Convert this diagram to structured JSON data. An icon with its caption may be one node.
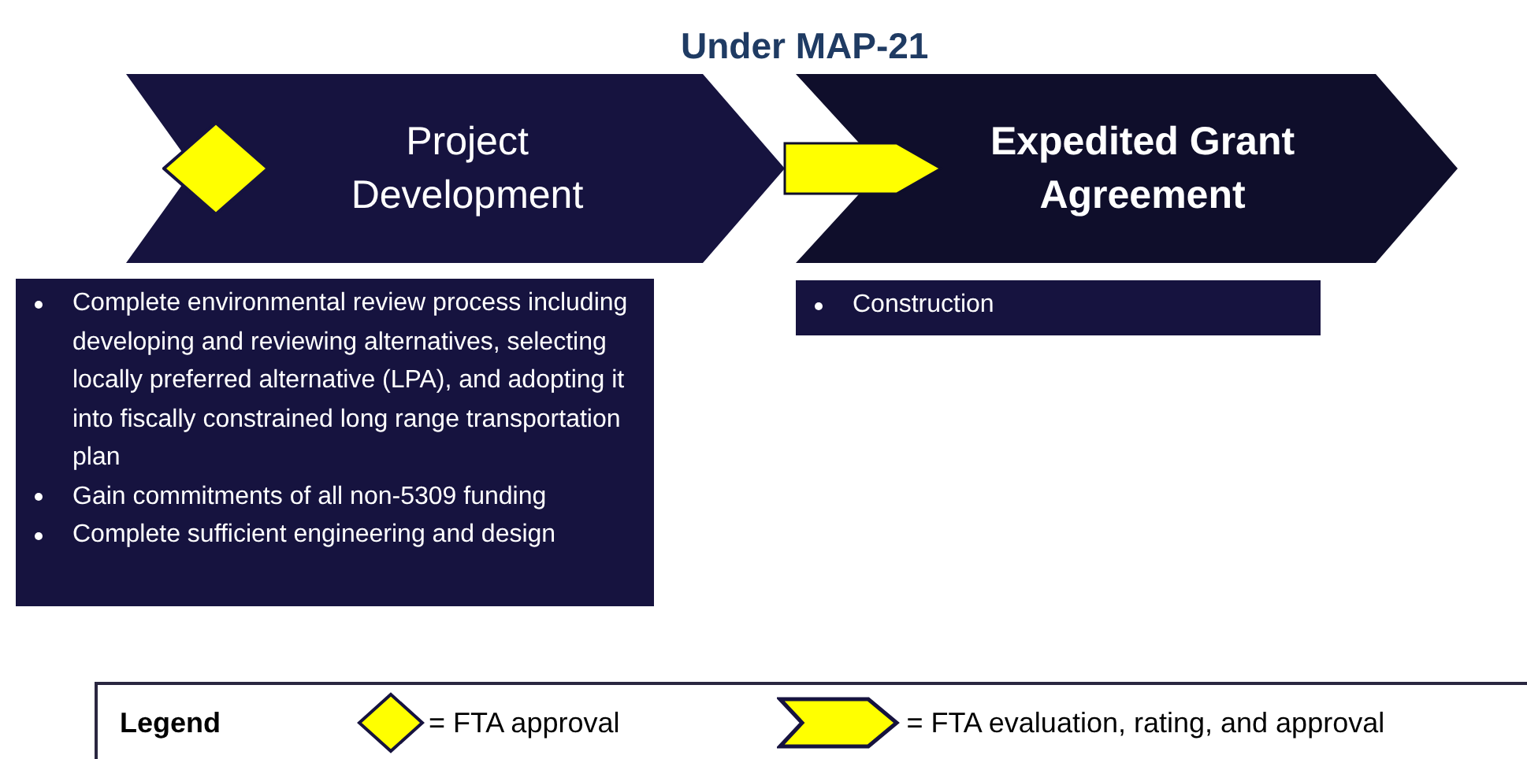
{
  "diagram": {
    "title": "Under MAP-21",
    "nodes": [
      {
        "text": [
          "Project Development"
        ]
      },
      {
        "text": [
          "Expedited Grant Agreement"
        ]
      },
      {
        "text": [
          "Complete environmental review process including developing and reviewing alternatives, selecting locally preferred alternative (LPA), and adopting it into fiscally constrained long range transportation plan",
          "Gain commitments of all non-5309 funding",
          "Complete sufficient engineering and design"
        ]
      },
      {
        "text": [
          "Construction"
        ]
      },
      {
        "text": [],
        "shape": "diamond",
        "in": 0
      }
    ],
    "edges": [
      {
        "from": 0,
        "to": 1,
        "arrow": "to",
        "style": "thick",
        "color": "#ffff00"
      }
    ],
    "labels": [
      "Legend"
    ],
    "legend": [
      {
        "text": "= FTA approval"
      },
      {
        "text": "= FTA evaluation, rating, and approval"
      }
    ]
  }
}
